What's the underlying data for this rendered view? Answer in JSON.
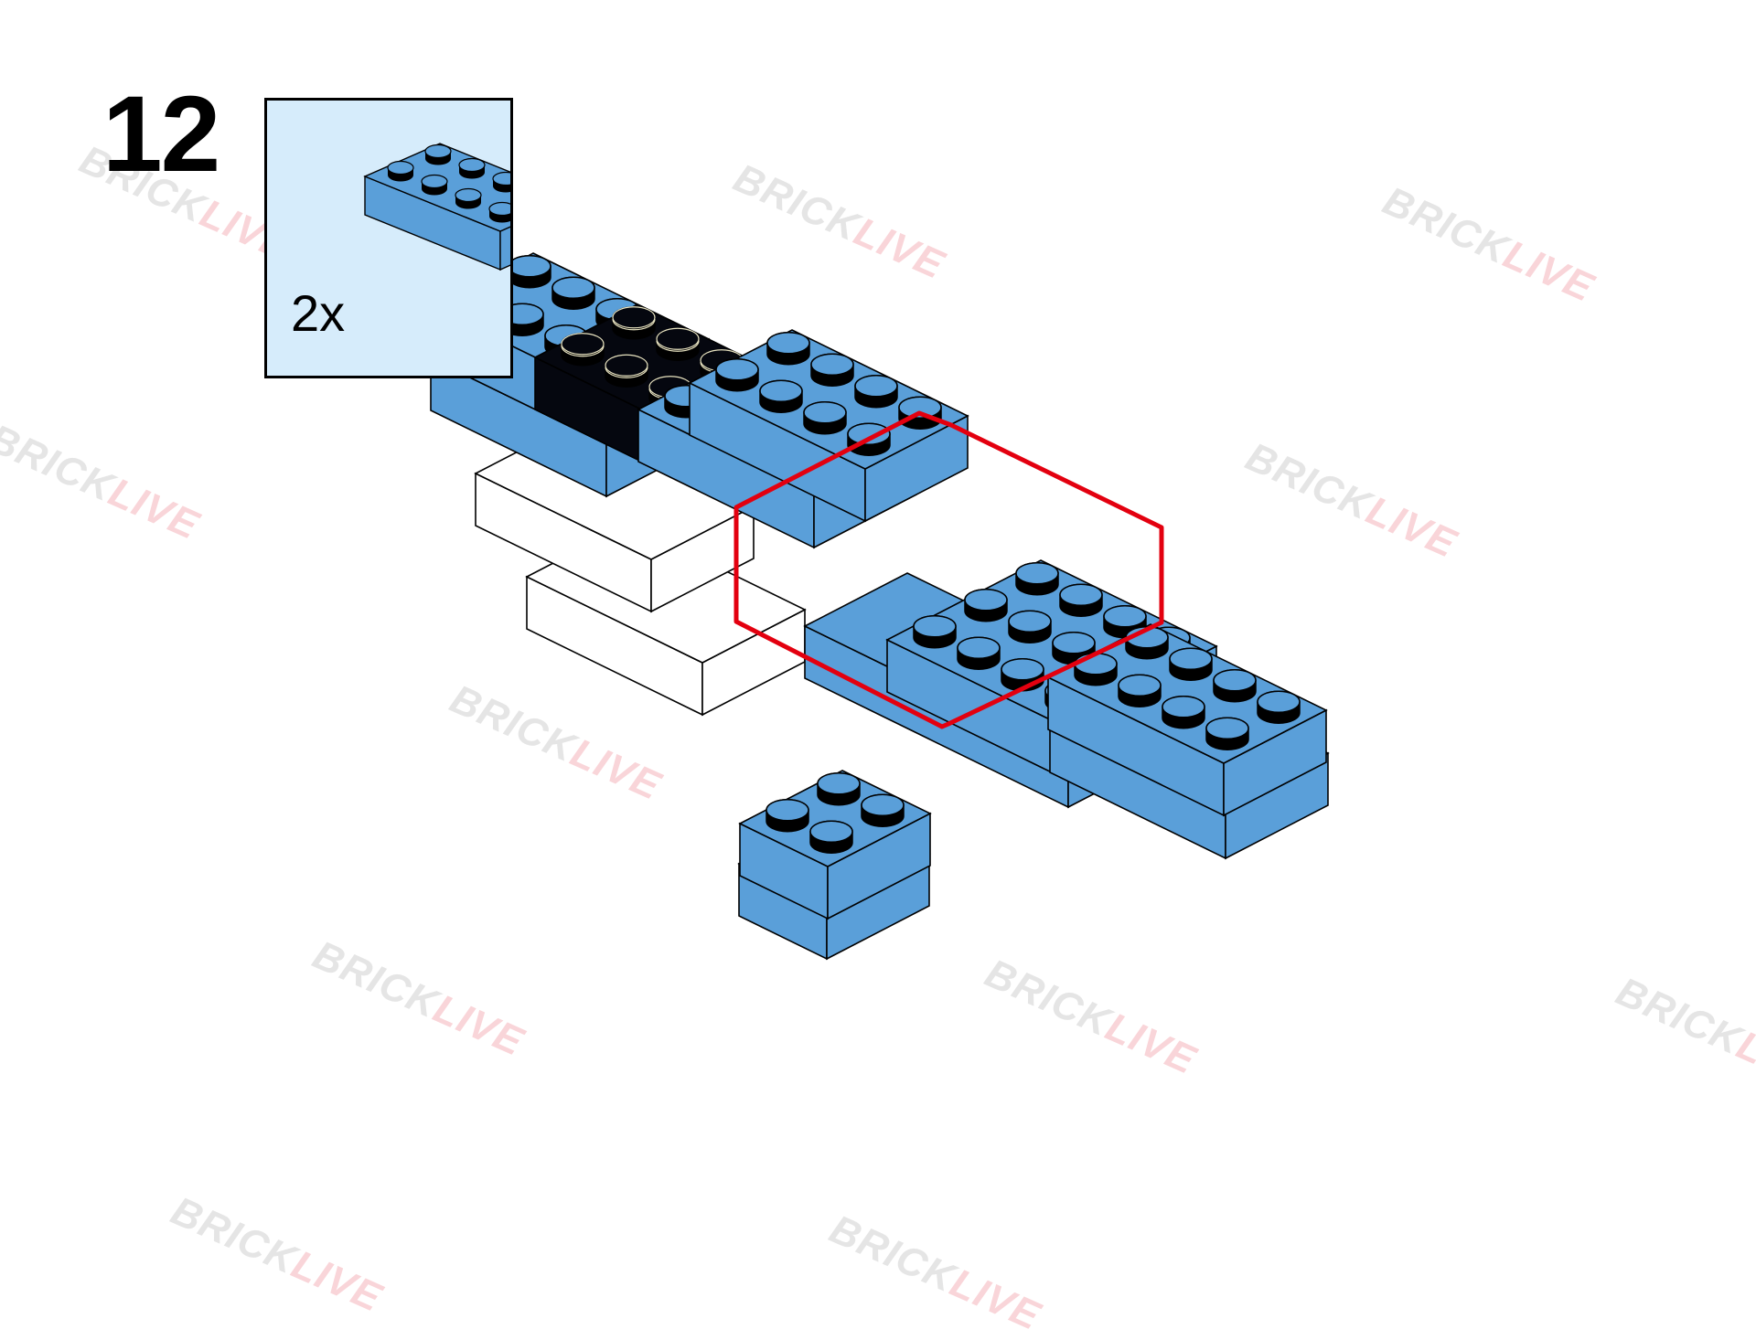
{
  "step": {
    "number": "12"
  },
  "parts_list": {
    "items": [
      {
        "part": "brick-2x4",
        "color": "#5a9fd9",
        "quantity": "2x"
      }
    ]
  },
  "watermark": {
    "part1": "BRICK",
    "part2": "LIVE"
  },
  "colors": {
    "brick_blue": "#5a9fd9",
    "brick_black": "#05070f",
    "brick_white": "#ffffff",
    "callout_background": "#d6ecfb",
    "highlight_outline": "#e3000f",
    "watermark_red": "#e0001a"
  },
  "icons": [
    "brick-icon",
    "stud-icon"
  ]
}
